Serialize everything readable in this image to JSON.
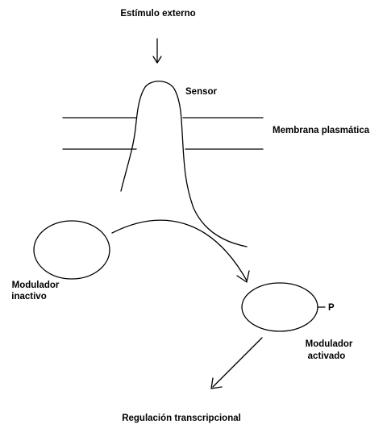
{
  "labels": {
    "stimulus": "Estímulo externo",
    "sensor": "Sensor",
    "membrane": "Membrana plasmática",
    "inactive_line1": "Modulador",
    "inactive_line2": "inactivo",
    "phospho": "P",
    "active_line1": "Modulador",
    "active_line2": "activado",
    "output": "Regulación transcripcional"
  }
}
